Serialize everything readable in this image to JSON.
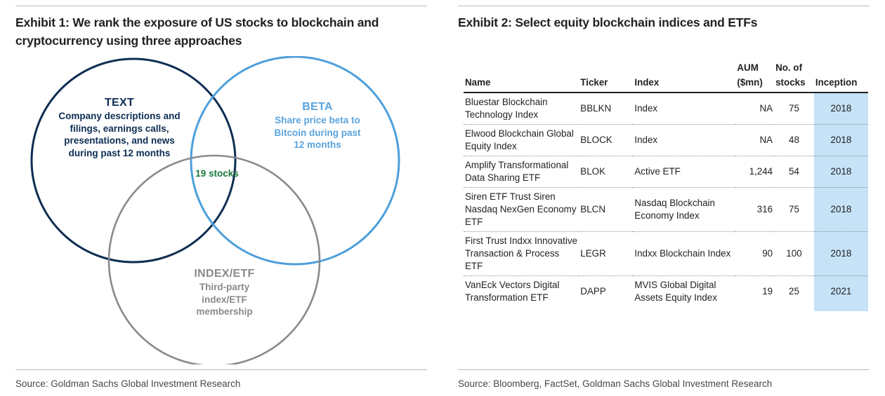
{
  "left_panel": {
    "title_lines": [
      "Exhibit 1: We rank the exposure of US stocks to blockchain and",
      "cryptocurrency using three approaches"
    ],
    "venn": {
      "text_circle": {
        "heading": "TEXT",
        "body": "Company descriptions and filings, earnings calls, presentations, and news during past 12 months",
        "color": "#0d2d52"
      },
      "beta_circle": {
        "heading": "BETA",
        "body": "Share price beta to Bitcoin during past 12 months",
        "color": "#5ba4dd"
      },
      "index_circle": {
        "heading": "INDEX/ETF",
        "body": "Third-party index/ETF membership",
        "color": "#9a9a9a"
      },
      "intersection_label": "19 stocks",
      "intersection_color": "#1a7a3c"
    },
    "source": "Source: Goldman Sachs Global Investment Research"
  },
  "right_panel": {
    "title_lines": [
      "Exhibit 2: Select equity blockchain indices and ETFs"
    ],
    "table": {
      "headers": {
        "name": "Name",
        "ticker": "Ticker",
        "index": "Index",
        "aum": "AUM\n($mn)",
        "stocks": "No. of\nstocks",
        "inception": "Inception"
      },
      "highlight_color": "#c5e2f7",
      "rows": [
        {
          "name": "Bluestar Blockchain Technology Index",
          "ticker": "BBLKN",
          "index": "Index",
          "aum": "NA",
          "stocks": "75",
          "inception": "2018"
        },
        {
          "name": "Elwood Blockchain Global Equity Index",
          "ticker": "BLOCK",
          "index": "Index",
          "aum": "NA",
          "stocks": "48",
          "inception": "2018"
        },
        {
          "name": "Amplify Transformational Data Sharing ETF",
          "ticker": "BLOK",
          "index": "Active ETF",
          "aum": "1,244",
          "stocks": "54",
          "inception": "2018"
        },
        {
          "name": "Siren ETF Trust Siren Nasdaq NexGen Economy ETF",
          "ticker": "BLCN",
          "index": "Nasdaq Blockchain Economy Index",
          "aum": "316",
          "stocks": "75",
          "inception": "2018"
        },
        {
          "name": "First Trust Indxx Innovative Transaction & Process ETF",
          "ticker": "LEGR",
          "index": "Indxx Blockchain Index",
          "aum": "90",
          "stocks": "100",
          "inception": "2018"
        },
        {
          "name": "VanEck Vectors Digital Transformation ETF",
          "ticker": "DAPP",
          "index": "MVIS Global Digital Assets Equity Index",
          "aum": "19",
          "stocks": "25",
          "inception": "2021"
        }
      ]
    },
    "source": "Source: Bloomberg, FactSet, Goldman Sachs Global Investment Research"
  }
}
